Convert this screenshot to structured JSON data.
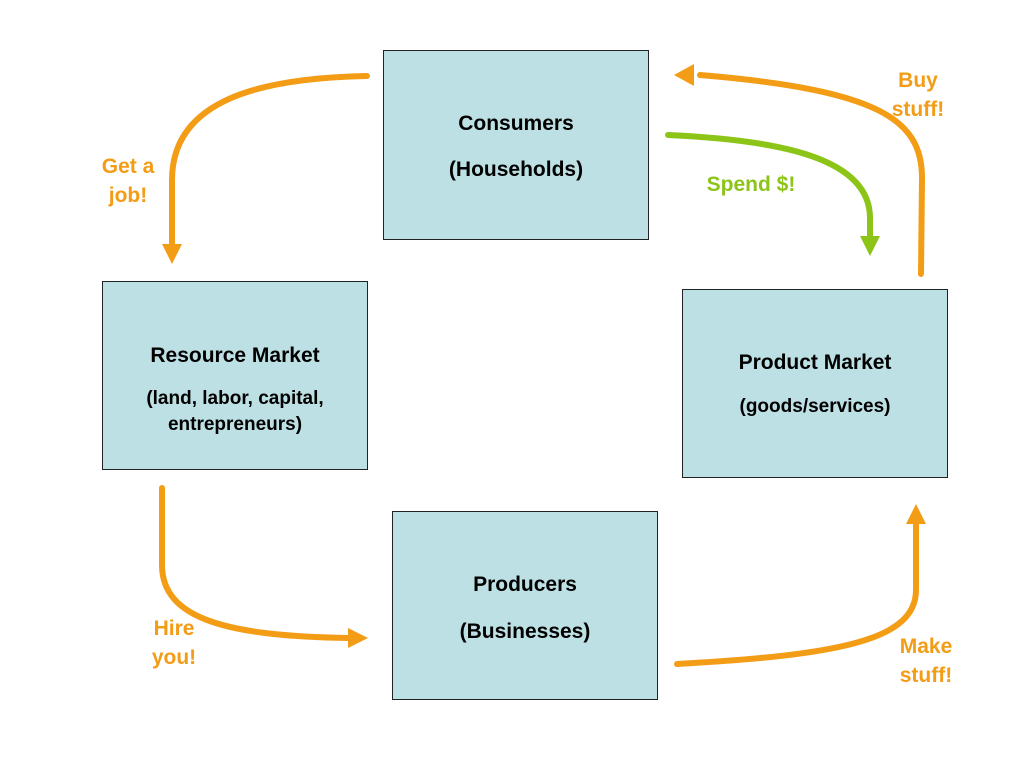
{
  "nodes": {
    "consumers": {
      "title": "Consumers",
      "subtitle": "(Households)"
    },
    "resource_market": {
      "title": "Resource Market",
      "subtitle": "(land, labor, capital,\nentrepreneurs)"
    },
    "product_market": {
      "title": "Product Market",
      "subtitle": "(goods/services)"
    },
    "producers": {
      "title": "Producers",
      "subtitle": "(Businesses)"
    }
  },
  "flows": {
    "get_job": "Get a\njob!",
    "buy_stuff": "Buy\nstuff!",
    "spend_money": "Spend $!",
    "hire_you": "Hire\nyou!",
    "make_stuff": "Make\nstuff!"
  },
  "colors": {
    "box_fill": "#bde0e4",
    "orange_arrow": "#f39c16",
    "green_arrow": "#8cc418"
  }
}
